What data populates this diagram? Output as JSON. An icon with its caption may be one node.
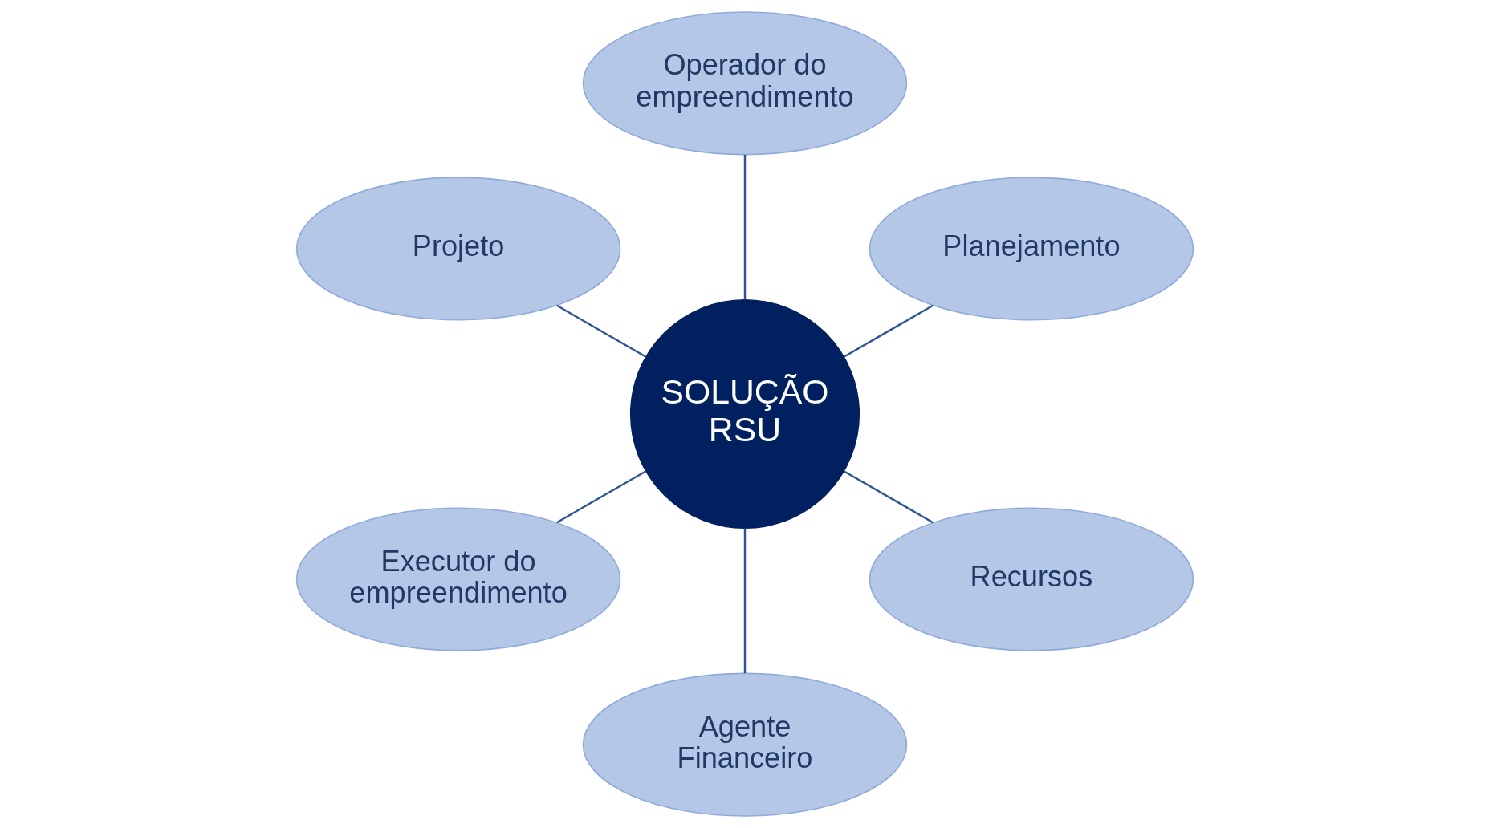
{
  "diagram": {
    "nodes": [
      {
        "text": [
          "SOLUÇÃO RSU"
        ]
      },
      {
        "text": [
          "Planejamento"
        ]
      },
      {
        "text": [
          "Operador do empreendimento"
        ]
      },
      {
        "text": [
          "Projeto"
        ]
      },
      {
        "text": [
          "Executor do empreendimento"
        ]
      },
      {
        "text": [
          "Agente Financeiro"
        ]
      },
      {
        "text": [
          "Recursos"
        ]
      }
    ],
    "edges": [
      {
        "from": 0,
        "to": 1,
        "arrow": "none"
      },
      {
        "from": 0,
        "to": 2,
        "arrow": "none"
      },
      {
        "from": 0,
        "to": 3,
        "arrow": "none"
      },
      {
        "from": 0,
        "to": 4,
        "arrow": "none"
      },
      {
        "from": 0,
        "to": 5,
        "arrow": "none"
      },
      {
        "from": 0,
        "to": 6,
        "arrow": "none"
      }
    ]
  }
}
